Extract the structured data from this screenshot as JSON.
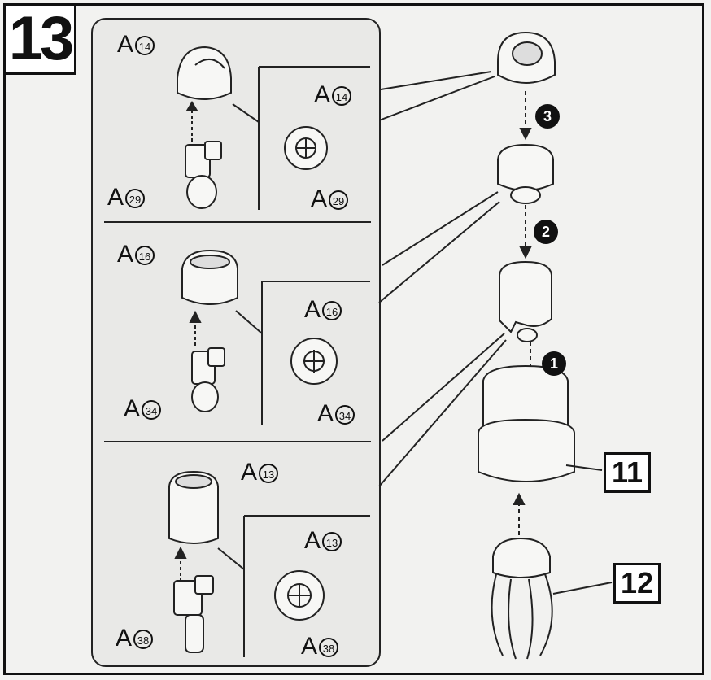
{
  "step_number": "13",
  "inset": {
    "panel_1": {
      "top_part": "A",
      "top_num": "14",
      "bottom_part": "A",
      "bottom_num": "29",
      "detail_top_part": "A",
      "detail_top_num": "14",
      "detail_bottom_part": "A",
      "detail_bottom_num": "29"
    },
    "panel_2": {
      "top_part": "A",
      "top_num": "16",
      "bottom_part": "A",
      "bottom_num": "34",
      "detail_top_part": "A",
      "detail_top_num": "16",
      "detail_bottom_part": "A",
      "detail_bottom_num": "34"
    },
    "panel_3": {
      "top_part": "A",
      "top_num": "13",
      "bottom_part": "A",
      "bottom_num": "38",
      "detail_top_part": "A",
      "detail_top_num": "13",
      "detail_bottom_part": "A",
      "detail_bottom_num": "38"
    }
  },
  "assembly_steps": [
    "3",
    "2",
    "1"
  ],
  "subassemblies": {
    "base": "11",
    "claw": "12"
  }
}
